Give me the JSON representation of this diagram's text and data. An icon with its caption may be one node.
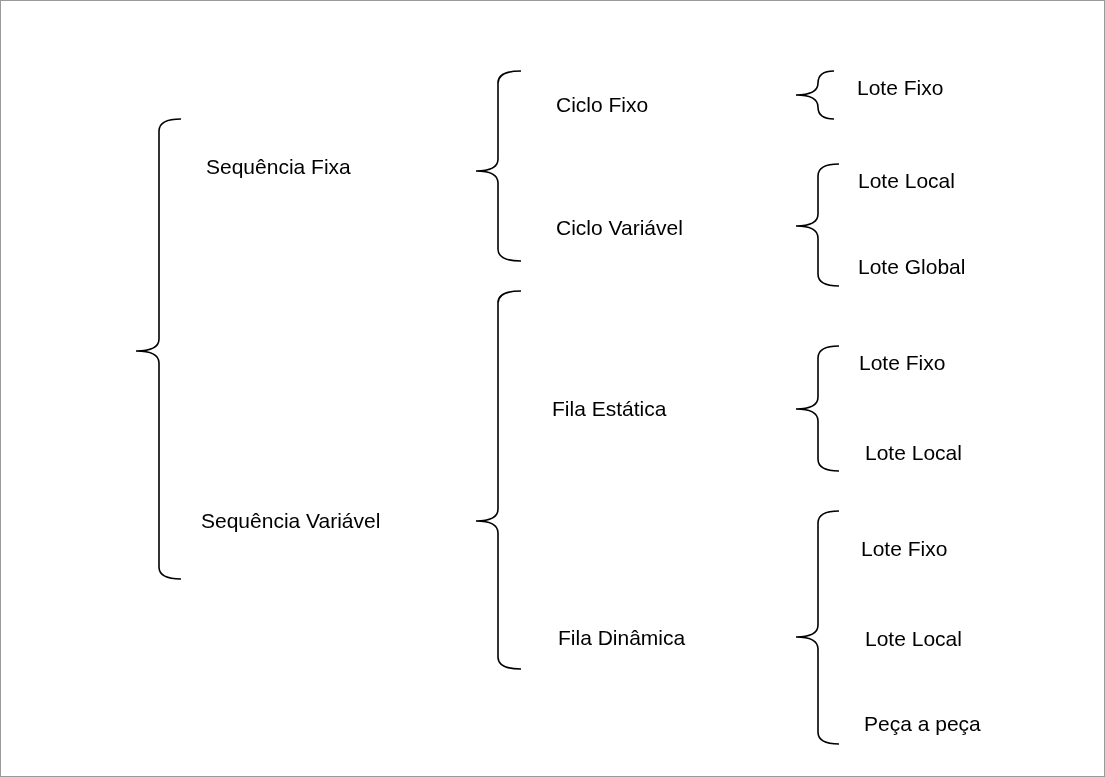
{
  "diagram": {
    "labels": [
      "Sequência Fixa",
      "Ciclo Fixo",
      "Lote Fixo",
      "Ciclo Variável",
      "Lote Local",
      "Lote Global",
      "Sequência Variável",
      "Fila Estática",
      "Lote Fixo",
      "Lote Local",
      "Fila Dinâmica",
      "Lote Fixo",
      "Lote Local",
      "Peça a peça"
    ]
  }
}
